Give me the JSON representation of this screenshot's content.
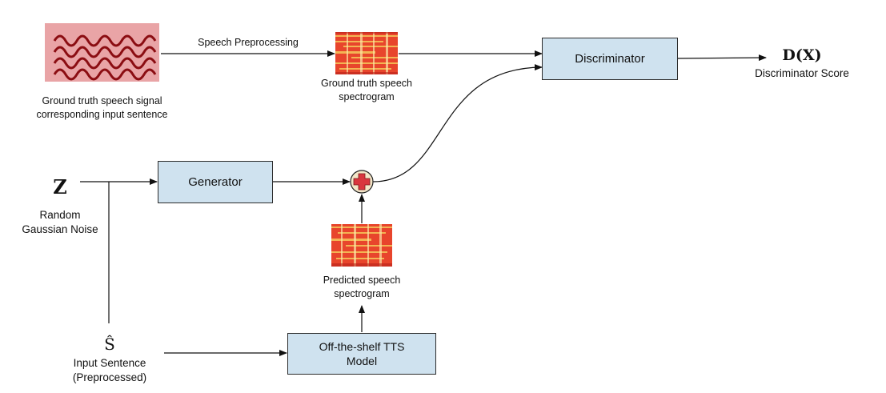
{
  "signal": {
    "label_line1": "Ground truth speech signal",
    "label_line2": "corresponding input sentence"
  },
  "edge_labels": {
    "speech_preprocessing": "Speech Preprocessing"
  },
  "gt_spectrogram": {
    "label_line1": "Ground truth speech",
    "label_line2": "spectrogram"
  },
  "discriminator": {
    "label": "Discriminator",
    "output_symbol": "D(X)",
    "output_label": "Discriminator Score"
  },
  "noise": {
    "symbol": "Z",
    "label_line1": "Random",
    "label_line2": "Gaussian Noise"
  },
  "generator": {
    "label": "Generator"
  },
  "pred_spectrogram": {
    "label_line1": "Predicted speech",
    "label_line2": "spectrogram"
  },
  "sentence": {
    "symbol": "Ŝ",
    "label_line1": "Input Sentence",
    "label_line2": "(Preprocessed)"
  },
  "tts": {
    "label_line1": "Off-the-shelf TTS",
    "label_line2": "Model"
  },
  "colors": {
    "box_fill": "#cfe2ef",
    "wave_bg": "#e9a4a6",
    "wave_stroke": "#8b0d12",
    "spectrogram_base": "#e8452c",
    "spectrogram_highlight": "#f6c85a",
    "adder_fill": "#f3e6c8",
    "adder_cross": "#d9363e"
  }
}
